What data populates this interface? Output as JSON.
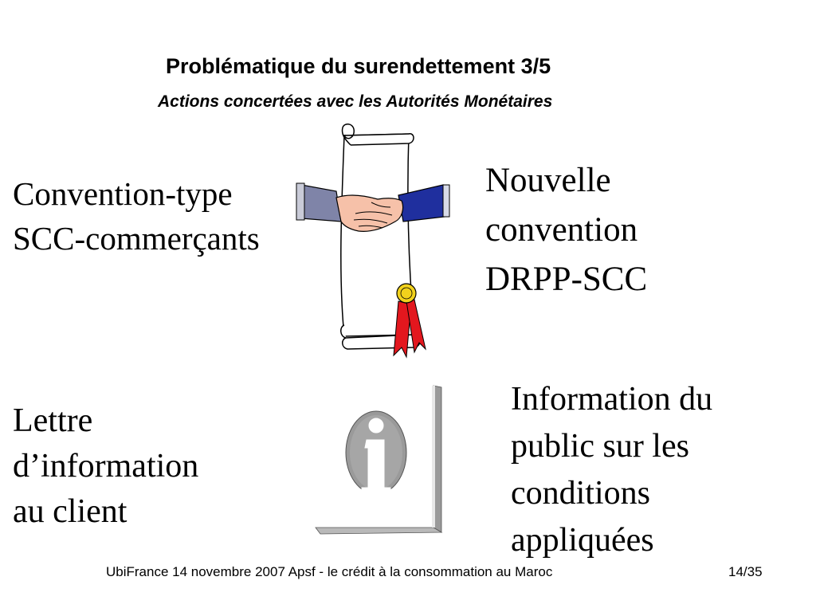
{
  "slide": {
    "title": "Problématique du surendettement 3/5",
    "subtitle": "Actions concertées avec les Autorités Monétaires",
    "blocks": {
      "left_top": [
        "Convention-type",
        "SCC-commerçants"
      ],
      "right_top": [
        "Nouvelle",
        "convention",
        "DRPP-SCC"
      ],
      "left_bottom": [
        "Lettre",
        "d’information",
        "au client"
      ],
      "right_bottom": [
        "Information du",
        "public sur les",
        "conditions",
        "appliquées"
      ]
    },
    "images": {
      "top": "diploma-handshake-icon",
      "bottom": "info-sign-icon"
    },
    "colors": {
      "ribbon": "#e3171e",
      "seal": "#f2d21c",
      "right_sleeve": "#1f2f9e",
      "left_sleeve": "#7f84a8",
      "skin": "#f6c1a9",
      "info_grey": "#9a9a9a"
    },
    "footer": {
      "left": "UbiFrance 14 novembre 2007  Apsf - le crédit à la consommation au Maroc",
      "right": "14/35"
    }
  }
}
